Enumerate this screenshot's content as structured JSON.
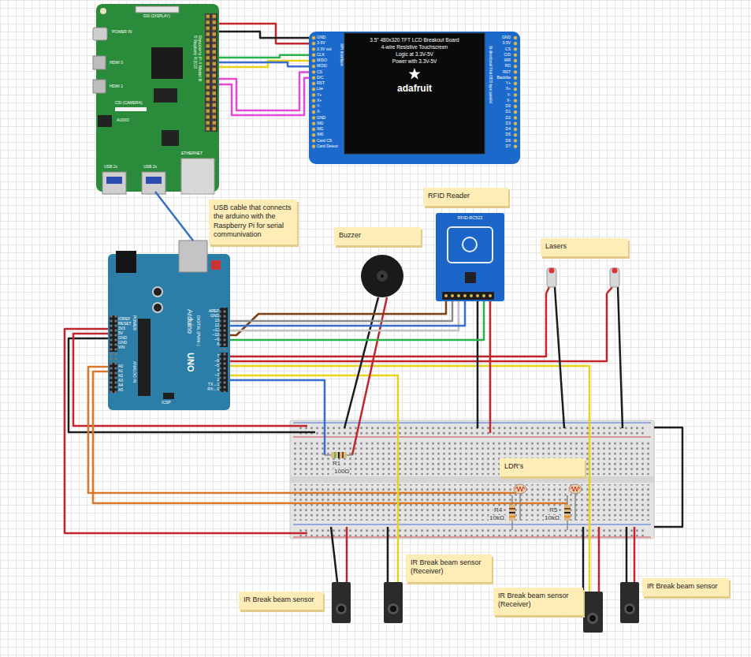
{
  "diagram": {
    "nodes": [
      {
        "text": [
          "DSI (DISPLAY)",
          "POWER IN",
          "HDMI 0",
          "HDMI 1",
          "CSI (CAMERA)",
          "AUDIO",
          "USB 2x",
          "USB 2x",
          "ETHERNET",
          "Raspberry Pi 4 Model B",
          "© Raspberry Pi 2018"
        ]
      },
      {
        "text": [
          "3.5\" 480x320 TFT LCD Breakout Board",
          "4-wire Resistive Touchscreen",
          "Logic at 3.3V-5V",
          "Power with 3.3V-5V",
          "adafruit"
        ]
      },
      {
        "text": [
          "USB cable that connects the arduino with the Raspberry Pi for serial communivation"
        ]
      },
      {
        "text": [
          "Arduino",
          "UNO",
          "ICSP"
        ]
      },
      {
        "text": [
          "Buzzer"
        ]
      },
      {
        "text": [
          "RFID Reader"
        ]
      },
      {
        "text": [
          "RFID-RC522"
        ]
      },
      {
        "text": [
          "Lasers"
        ]
      },
      {
        "text": [
          "LDR's"
        ]
      },
      {
        "text": [
          "IR Break beam sensor"
        ]
      },
      {
        "text": [
          "IR Break beam sensor (Receiver)"
        ]
      },
      {
        "text": [
          "IR Break beam sensor (Receiver)"
        ]
      },
      {
        "text": [
          "IR Break beam sensor"
        ]
      }
    ],
    "edges": [
      {
        "from": 0,
        "to": 1,
        "arrow": "none"
      },
      {
        "from": 0,
        "to": 1,
        "arrow": "none"
      },
      {
        "from": 0,
        "to": 1,
        "arrow": "none"
      },
      {
        "from": 0,
        "to": 1,
        "arrow": "none"
      },
      {
        "from": 0,
        "to": 1,
        "arrow": "none"
      },
      {
        "from": 0,
        "to": 1,
        "arrow": "none"
      },
      {
        "from": 0,
        "to": 1,
        "arrow": "none"
      },
      {
        "from": 0,
        "to": 3,
        "arrow": "none"
      },
      {
        "from": 3,
        "to": 6,
        "arrow": "none"
      },
      {
        "from": 3,
        "to": 6,
        "arrow": "none"
      },
      {
        "from": 3,
        "to": 6,
        "arrow": "none"
      },
      {
        "from": 3,
        "to": 6,
        "arrow": "none"
      },
      {
        "from": 3,
        "to": 6,
        "arrow": "none"
      }
    ],
    "labels": [
      "GND",
      "3-5V",
      "3.3V out",
      "CLK",
      "MISO",
      "MOSI",
      "CS",
      "D/C",
      "RST",
      "Lite",
      "Y+",
      "X+",
      "Y-",
      "X-",
      "GND",
      "IM2",
      "IM1",
      "IM0",
      "Card CS",
      "Card Detect",
      "SPI Interface",
      "GND",
      "3-5V",
      "CS",
      "C/D",
      "WR",
      "RD",
      "RST",
      "Backlite",
      "Y+",
      "X+",
      "Y-",
      "X-",
      "D0",
      "D1",
      "D2",
      "D3",
      "D4",
      "D5",
      "D6",
      "D7",
      "Bi-directional 8-bit 6800-type parallel",
      "AREF",
      "GND",
      "13",
      "12",
      "~11",
      "~10",
      "~9",
      "8",
      "7",
      "~6",
      "~5",
      "4",
      "~3",
      "2",
      "TX→1",
      "RX←0",
      "DIGITAL (PWM~)",
      "IOREF",
      "RESET",
      "3V3",
      "5V",
      "GND",
      "GND",
      "VIN",
      "POWER",
      "A0",
      "A1",
      "A2",
      "A3",
      "A4",
      "A5",
      "ANALOG IN",
      "R1",
      "100Ω",
      "R4",
      "10kΩ",
      "R5",
      "10kΩ"
    ]
  }
}
